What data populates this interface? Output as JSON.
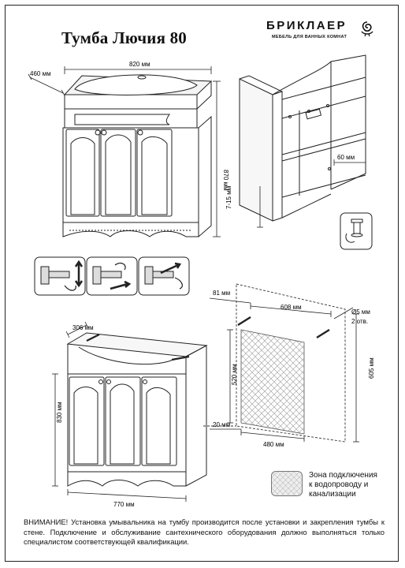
{
  "header": {
    "title": "Тумба Лючия 80",
    "brand": "БРИКЛАЕР",
    "tagline": "МЕБЕЛЬ ДЛЯ ВАННЫХ КОМНАТ"
  },
  "dimensions_top": {
    "width": "820 мм",
    "depth": "460 мм",
    "height": "870 мм",
    "foot_range": "7-15 мм",
    "shelf_depth": "60 мм"
  },
  "dimensions_bottom": {
    "depth": "306 мм",
    "height": "830 мм",
    "width": "770 мм"
  },
  "wall_scheme": {
    "left_offset": "81 мм",
    "hole_spacing": "608 мм",
    "hole_diameter": "Ø5 мм",
    "hole_count": "2 отв.",
    "zone_height": "520 мм",
    "total_height": "605 мм",
    "floor_gap": "20 мм",
    "zone_width": "480 мм"
  },
  "legend": {
    "text": "Зона подключения\nк водопроводу и\nканализации"
  },
  "warning": {
    "lead": "ВНИМАНИЕ!",
    "text": " Установка умывальника на тумбу производится после установки и закрепления тумбы к стене. Подключение и обслуживание сантехнического оборудования должно выполняться только специалистом соответствующей квалификации."
  }
}
